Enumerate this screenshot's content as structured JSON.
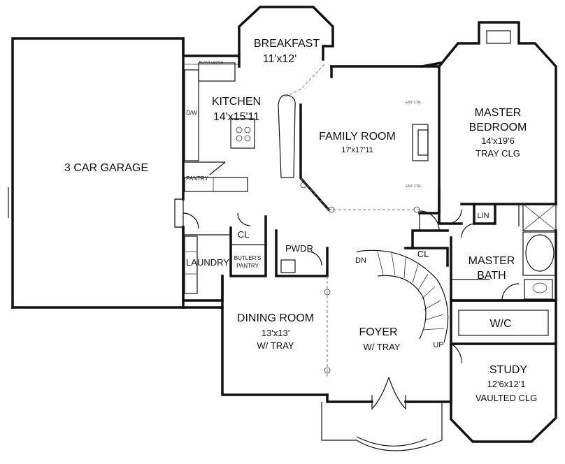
{
  "rooms": {
    "garage": {
      "name": "3 CAR GARAGE"
    },
    "breakfast": {
      "name": "BREAKFAST",
      "size": "11'x12'"
    },
    "kitchen": {
      "name": "KITCHEN",
      "size": "14'x15'11"
    },
    "family": {
      "name": "FAMILY ROOM",
      "size": "17'x17'11"
    },
    "master_bedroom": {
      "name1": "MASTER",
      "name2": "BEDROOM",
      "size": "14'x19'6",
      "note": "TRAY CLG"
    },
    "master_bath": {
      "name1": "MASTER",
      "name2": "BATH"
    },
    "dining": {
      "name": "DINING ROOM",
      "size": "13'x13'",
      "note": "W/ TRAY"
    },
    "foyer": {
      "name": "FOYER",
      "note": "W/ TRAY"
    },
    "study": {
      "name": "STUDY",
      "size": "12'6x12'1",
      "note": "VAULTED CLG"
    },
    "laundry": {
      "name": "LAUNDRY"
    },
    "butlers": {
      "name1": "BUTLER'S",
      "name2": "PANTRY"
    },
    "pwdr": {
      "name": "PWDR"
    }
  },
  "fixtures": {
    "closet_kitchen": "CL",
    "closet_foyer": "CL",
    "linen": "LIN",
    "walk_in": "W/C",
    "dw": "D/W",
    "pantry": "PANTRY",
    "plant_ledge": "PLANT LEDGE",
    "ent_ctr_top": "ENT CTR",
    "ent_ctr_bottom": "ENT CTR",
    "stair_down": "DN",
    "stair_up": "UP"
  }
}
